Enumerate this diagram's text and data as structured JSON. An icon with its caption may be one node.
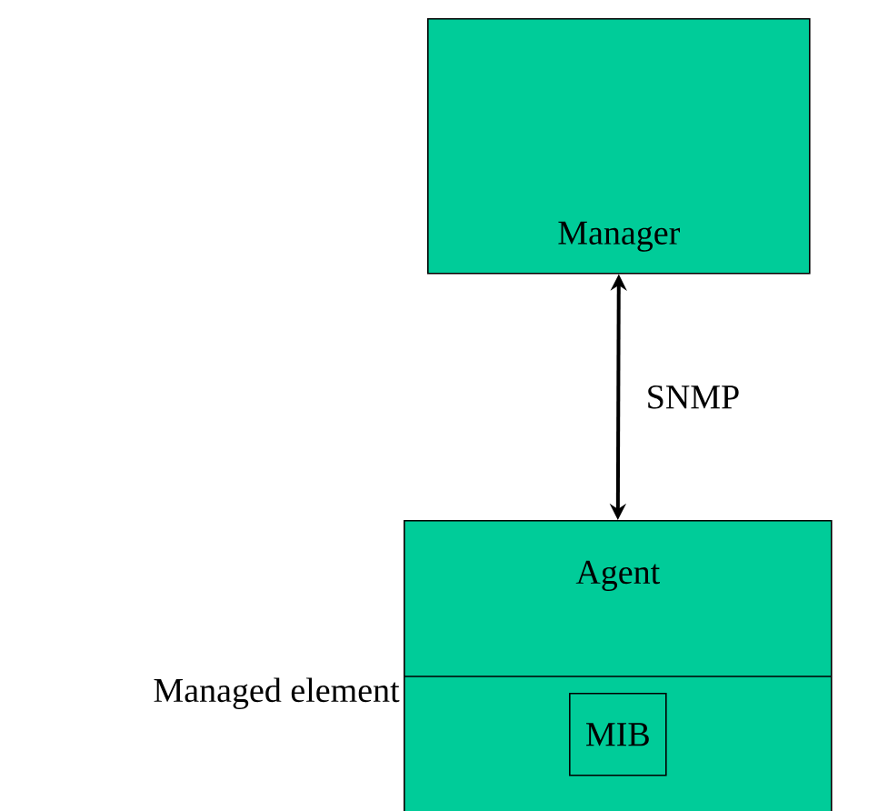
{
  "diagram": {
    "nodes": [
      {
        "text": [
          "Manager"
        ]
      },
      {
        "text": [
          "Agent"
        ],
        "beside": [
          "Managed element"
        ]
      },
      {
        "text": [
          "MIB"
        ],
        "in": 1
      }
    ],
    "edges": [
      {
        "from": 0,
        "to": 1,
        "arrow": "both",
        "label": "SNMP"
      }
    ]
  }
}
